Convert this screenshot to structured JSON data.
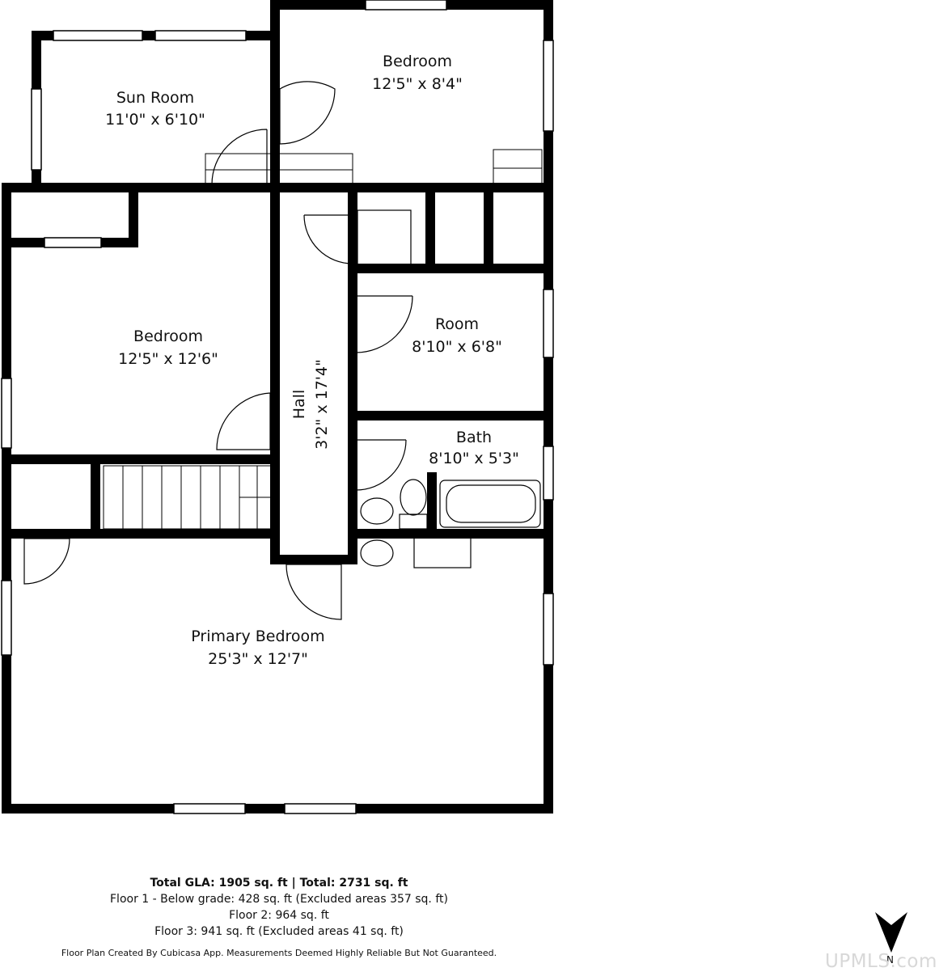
{
  "rooms": {
    "sun_room": {
      "name": "Sun Room",
      "dims": "11'0\" x 6'10\""
    },
    "bedroom_top": {
      "name": "Bedroom",
      "dims": "12'5\" x 8'4\""
    },
    "bedroom_left": {
      "name": "Bedroom",
      "dims": "12'5\" x 12'6\""
    },
    "hall": {
      "name": "Hall",
      "dims": "3'2\" x 17'4\""
    },
    "room": {
      "name": "Room",
      "dims": "8'10\" x 6'8\""
    },
    "bath": {
      "name": "Bath",
      "dims": "8'10\" x 5'3\""
    },
    "primary_bedroom": {
      "name": "Primary Bedroom",
      "dims": "25'3\" x 12'7\""
    }
  },
  "footer": {
    "totals": "Total GLA: 1905 sq. ft | Total: 2731 sq. ft",
    "floor1": "Floor 1 - Below grade: 428 sq. ft (Excluded areas 357 sq. ft)",
    "floor2": "Floor 2: 964 sq. ft",
    "floor3": "Floor 3: 941 sq. ft (Excluded areas 41 sq. ft)",
    "disclaimer": "Floor Plan Created By Cubicasa App. Measurements Deemed Highly Reliable But Not Guaranteed."
  },
  "compass": {
    "letter": "N"
  },
  "watermark": "UPMLS.com",
  "colors": {
    "wall": "#000000",
    "background": "#ffffff",
    "watermark": "#d8d8d8"
  }
}
